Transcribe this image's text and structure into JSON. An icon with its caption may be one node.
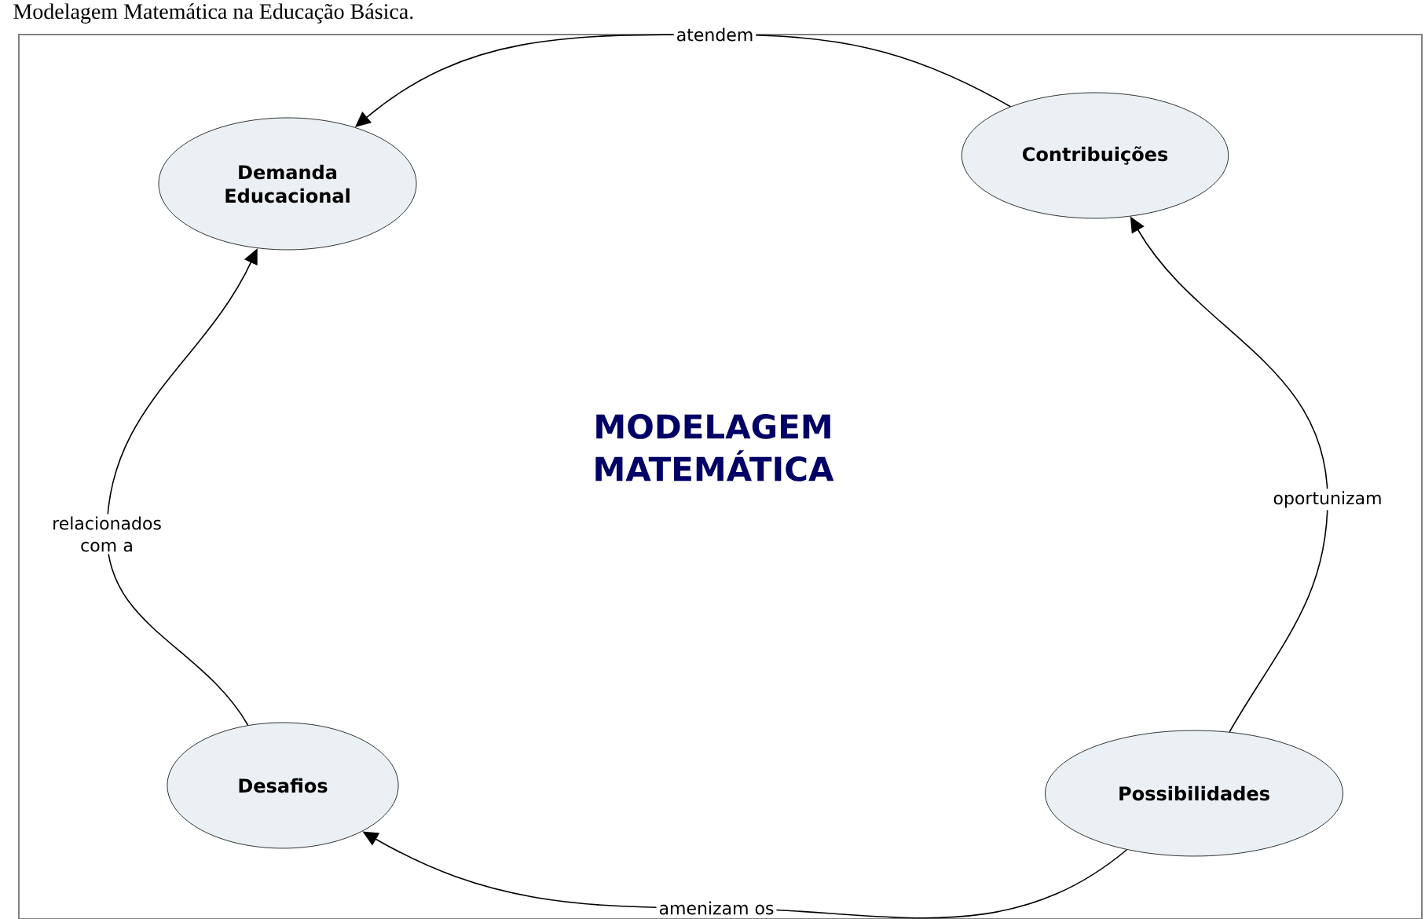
{
  "diagram": {
    "caption": "Modelagem Matemática na Educação Básica.",
    "nodes": [
      {
        "text": [
          "Demanda Educacional"
        ]
      },
      {
        "text": [
          "Contribuições"
        ]
      },
      {
        "text": [
          "Desafios"
        ]
      },
      {
        "text": [
          "Possibilidades"
        ]
      }
    ],
    "edges": [
      {
        "from": 1,
        "to": 0,
        "arrow": "to",
        "label": "atendem"
      },
      {
        "from": 3,
        "to": 1,
        "arrow": "to",
        "label": "oportunizam"
      },
      {
        "from": 3,
        "to": 2,
        "arrow": "to",
        "label": "amenizam os"
      },
      {
        "from": 2,
        "to": 0,
        "arrow": "to",
        "label": "relacionados com a"
      }
    ],
    "labels": [
      "MODELAGEM MATEMÁTICA"
    ]
  }
}
